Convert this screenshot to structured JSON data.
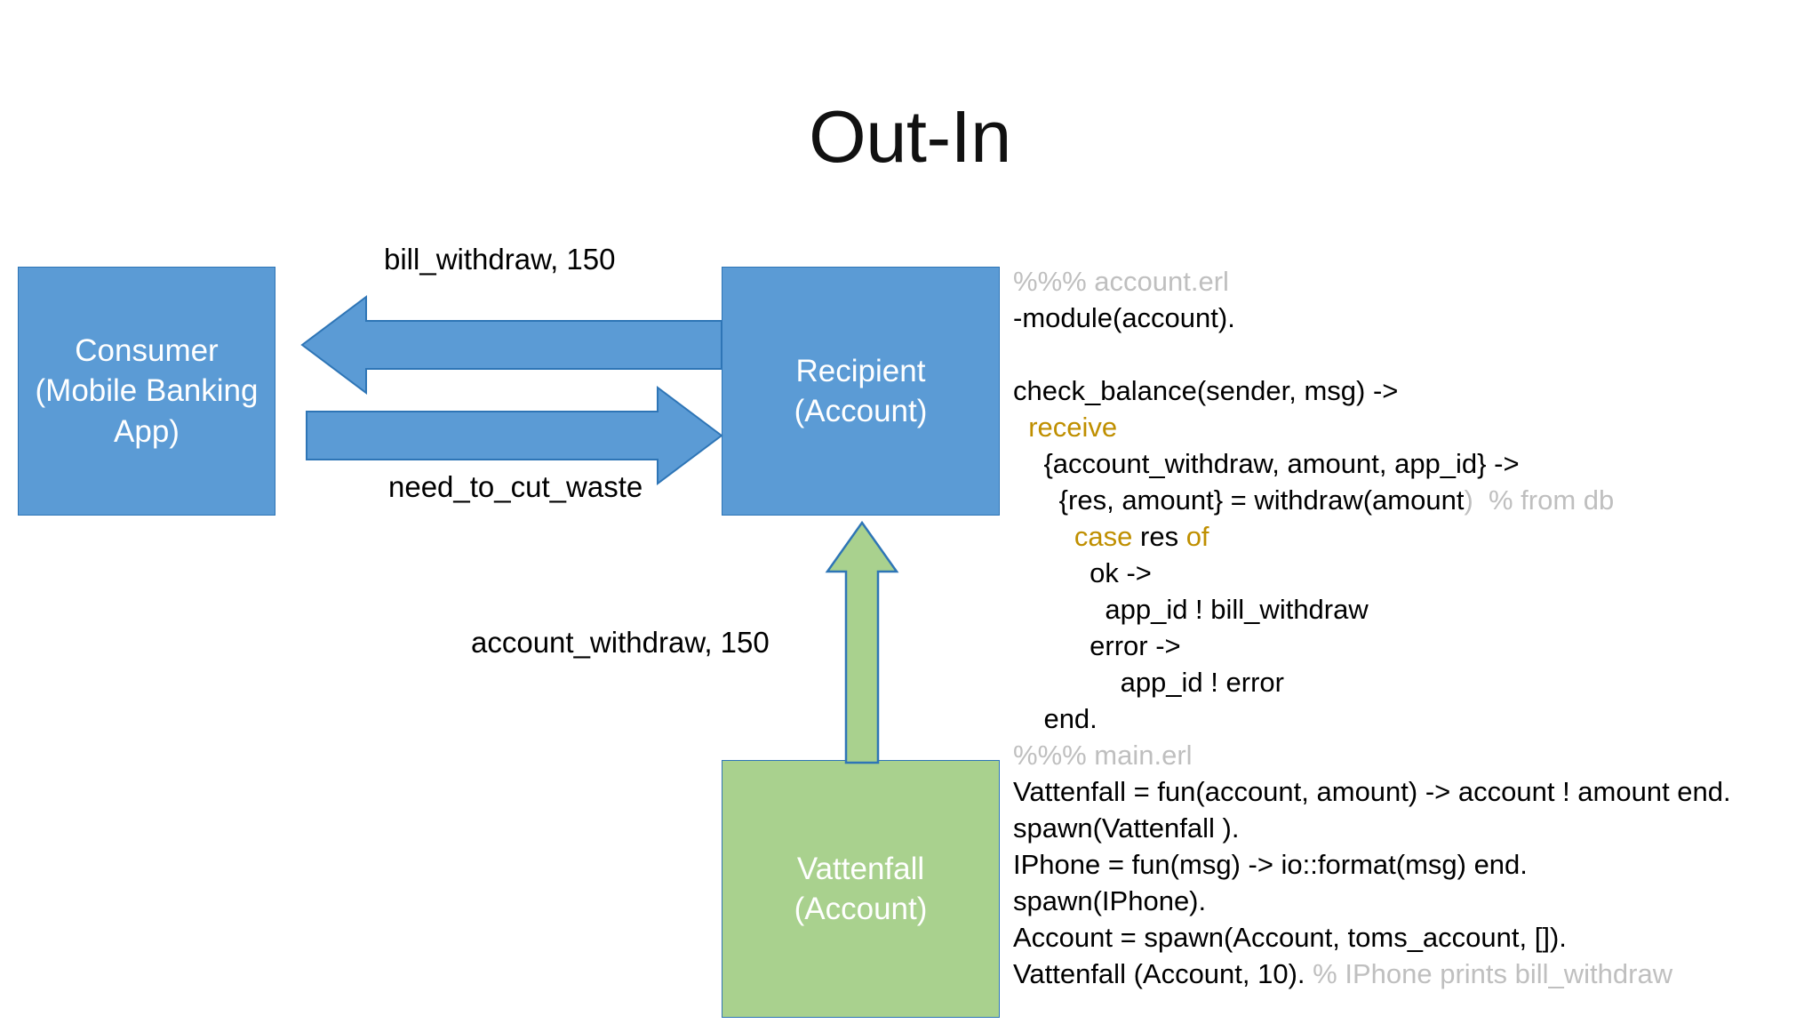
{
  "slide": {
    "title": "Out-In",
    "background_color": "#FFFFFF"
  },
  "colors": {
    "node_blue_fill": "#5B9BD5",
    "node_green_fill": "#A9D18E",
    "shape_outline": "#2E75B6",
    "node_text": "#FFFFFF",
    "label_text": "#000000",
    "code_comment": "#BFBFBF",
    "code_keyword": "#BF8F00"
  },
  "diagram": {
    "nodes": [
      {
        "id": "consumer",
        "name": "Consumer",
        "line1": "Consumer",
        "line2": "(Mobile Banking",
        "line3": "App)",
        "fill": "#5B9BD5"
      },
      {
        "id": "recipient",
        "name": "Recipient",
        "line1": "Recipient",
        "line2": "(Account)",
        "fill": "#5B9BD5"
      },
      {
        "id": "vattenfall",
        "name": "Vattenfall",
        "line1": "Vattenfall",
        "line2": "(Account)",
        "fill": "#A9D18E"
      }
    ],
    "arrows": [
      {
        "id": "bill-withdraw",
        "label": "bill_withdraw, 150",
        "direction": "left",
        "from": "recipient",
        "to": "consumer",
        "color": "#5B9BD5"
      },
      {
        "id": "need-to-cut-waste",
        "label": "need_to_cut_waste",
        "direction": "right",
        "from": "consumer",
        "to": "recipient",
        "color": "#5B9BD5"
      },
      {
        "id": "account-withdraw",
        "label": "account_withdraw, 150",
        "direction": "up",
        "from": "vattenfall",
        "to": "recipient",
        "color": "#A9D18E"
      }
    ]
  },
  "code": {
    "lines": [
      {
        "indent": 0,
        "spans": [
          {
            "t": "%%% account.erl",
            "s": "cmt"
          }
        ]
      },
      {
        "indent": 0,
        "spans": [
          {
            "t": "-module(account).",
            "s": ""
          }
        ]
      },
      {
        "indent": 0,
        "spans": [
          {
            "t": "",
            "s": ""
          }
        ]
      },
      {
        "indent": 0,
        "spans": [
          {
            "t": "check_balance(sender, msg) ->",
            "s": ""
          }
        ]
      },
      {
        "indent": 1,
        "spans": [
          {
            "t": "receive",
            "s": "kw"
          }
        ]
      },
      {
        "indent": 2,
        "spans": [
          {
            "t": "{account_withdraw, amount, app_id} ->",
            "s": ""
          }
        ]
      },
      {
        "indent": 3,
        "spans": [
          {
            "t": "{res, amount} = withdraw(amount",
            "s": ""
          },
          {
            "t": ")",
            "s": "cmt"
          },
          {
            "t": "  % from db",
            "s": "cmt"
          }
        ]
      },
      {
        "indent": 4,
        "spans": [
          {
            "t": "case ",
            "s": "kw"
          },
          {
            "t": "res ",
            "s": ""
          },
          {
            "t": "of",
            "s": "kw"
          }
        ]
      },
      {
        "indent": 5,
        "spans": [
          {
            "t": "ok ->",
            "s": ""
          }
        ]
      },
      {
        "indent": 6,
        "spans": [
          {
            "t": "app_id ! bill_withdraw",
            "s": ""
          }
        ]
      },
      {
        "indent": 5,
        "spans": [
          {
            "t": "error ->",
            "s": ""
          }
        ]
      },
      {
        "indent": 7,
        "spans": [
          {
            "t": "app_id ! error",
            "s": ""
          }
        ]
      },
      {
        "indent": 2,
        "spans": [
          {
            "t": "end.",
            "s": ""
          }
        ]
      },
      {
        "indent": 0,
        "spans": [
          {
            "t": "%%% main.erl",
            "s": "cmt"
          }
        ]
      },
      {
        "indent": 0,
        "spans": [
          {
            "t": "Vattenfall = fun(account, amount) -> account ! amount end.",
            "s": ""
          }
        ]
      },
      {
        "indent": 0,
        "spans": [
          {
            "t": "spawn(Vattenfall ).",
            "s": ""
          }
        ]
      },
      {
        "indent": 0,
        "spans": [
          {
            "t": "IPhone = fun(msg) -> io::format(msg) end.",
            "s": ""
          }
        ]
      },
      {
        "indent": 0,
        "spans": [
          {
            "t": "spawn(IPhone).",
            "s": ""
          }
        ]
      },
      {
        "indent": 0,
        "spans": [
          {
            "t": "Account = spawn(Account, toms_account, []).",
            "s": ""
          }
        ]
      },
      {
        "indent": 0,
        "spans": [
          {
            "t": "Vattenfall (Account, 10). ",
            "s": ""
          },
          {
            "t": "% IPhone prints bill_withdraw",
            "s": "cmt"
          }
        ]
      }
    ]
  }
}
